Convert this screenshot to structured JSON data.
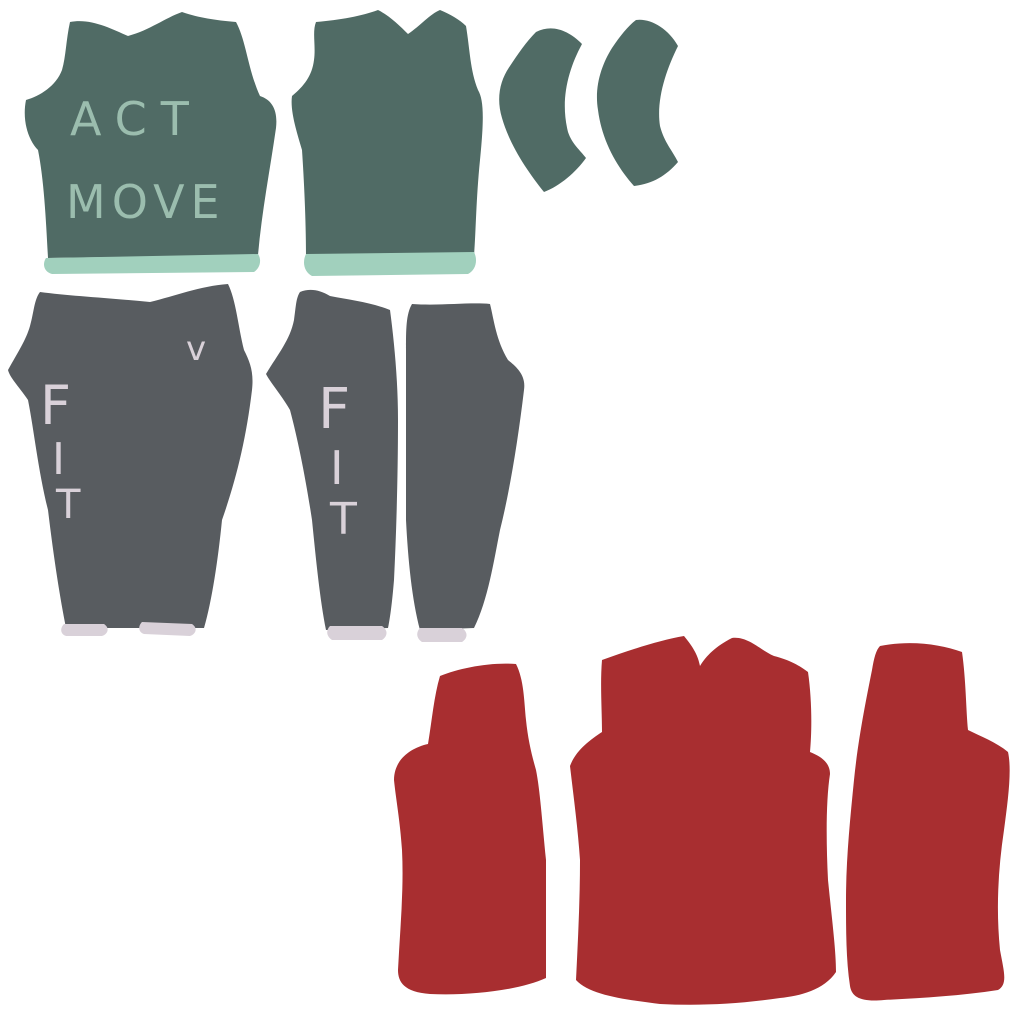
{
  "colors": {
    "background": "#ffffff",
    "shirt": "#506b65",
    "shirt_hem": "#a1d0bd",
    "shirt_text": "#9bbdae",
    "pants": "#585c60",
    "pants_text": "#d9d1d9",
    "pants_cuff": "#d9d1d9",
    "jacket": "#a82e30"
  },
  "shirt": {
    "front_text_line1": "ACT",
    "front_text_line2": "MOVE"
  },
  "pants": {
    "left_mark": "v",
    "left_text": [
      "F",
      "I",
      "T"
    ],
    "right_text": [
      "F",
      "I",
      "T"
    ]
  }
}
